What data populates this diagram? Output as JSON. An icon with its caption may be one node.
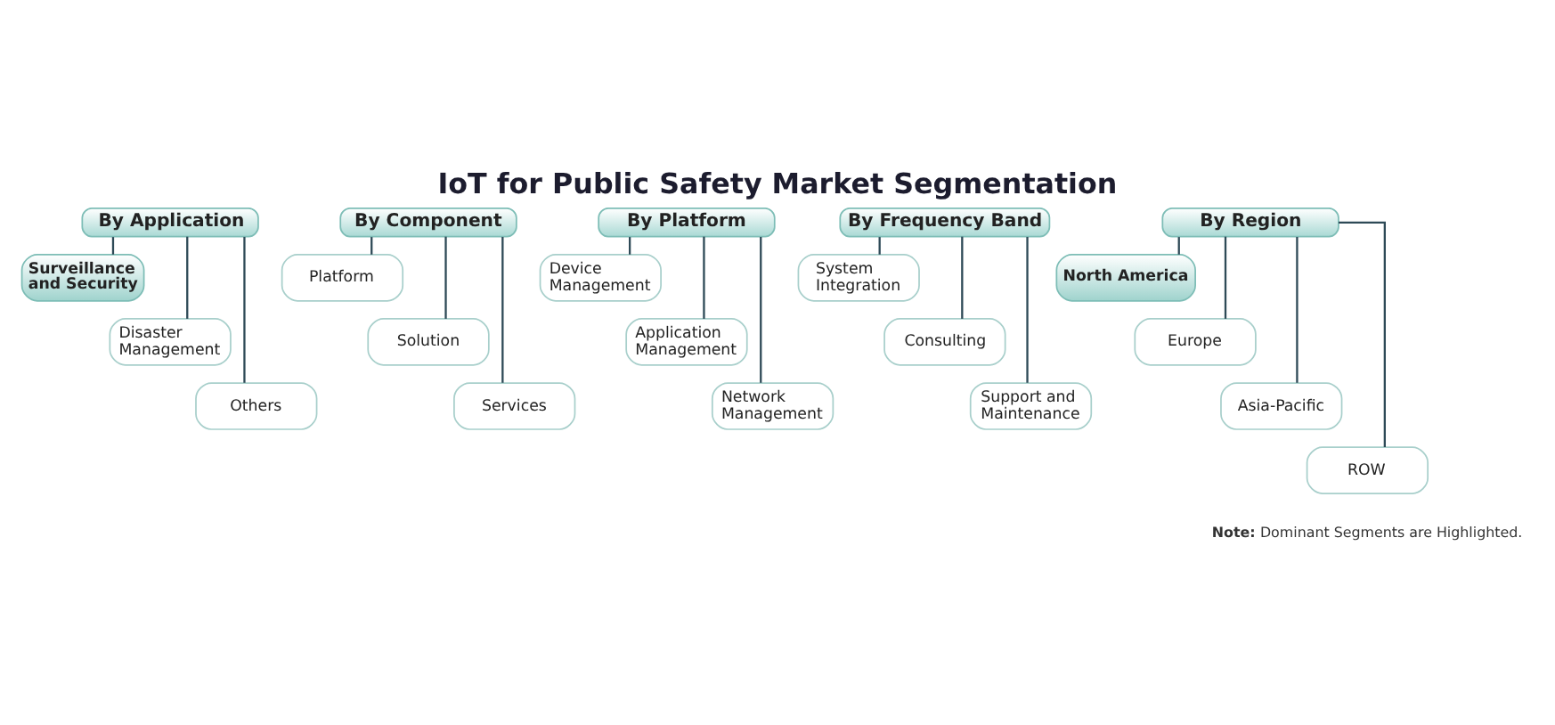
{
  "diagram": {
    "title": "IoT for Public Safety Market Segmentation",
    "nodes": [
      {
        "text": [
          "By Application"
        ]
      },
      {
        "text": [
          "Surveillance and Security"
        ]
      },
      {
        "text": [
          "Disaster Management"
        ]
      },
      {
        "text": [
          "Others"
        ]
      },
      {
        "text": [
          "By Component"
        ]
      },
      {
        "text": [
          "Platform"
        ]
      },
      {
        "text": [
          "Solution"
        ]
      },
      {
        "text": [
          "Services"
        ]
      },
      {
        "text": [
          "By Platform"
        ]
      },
      {
        "text": [
          "Device Management"
        ]
      },
      {
        "text": [
          "Application Management"
        ]
      },
      {
        "text": [
          "Network Management"
        ]
      },
      {
        "text": [
          "By Frequency Band"
        ]
      },
      {
        "text": [
          "System Integration"
        ]
      },
      {
        "text": [
          "Consulting"
        ]
      },
      {
        "text": [
          "Support and Maintenance"
        ]
      },
      {
        "text": [
          "By Region"
        ]
      },
      {
        "text": [
          "North America"
        ]
      },
      {
        "text": [
          "Europe"
        ]
      },
      {
        "text": [
          "Asia-Pacific"
        ]
      },
      {
        "text": [
          "ROW"
        ]
      }
    ],
    "edges": [
      {
        "from": 0,
        "to": 1,
        "arrow": "none"
      },
      {
        "from": 0,
        "to": 2,
        "arrow": "none"
      },
      {
        "from": 0,
        "to": 3,
        "arrow": "none"
      },
      {
        "from": 4,
        "to": 5,
        "arrow": "none"
      },
      {
        "from": 4,
        "to": 6,
        "arrow": "none"
      },
      {
        "from": 4,
        "to": 7,
        "arrow": "none"
      },
      {
        "from": 8,
        "to": 9,
        "arrow": "none"
      },
      {
        "from": 8,
        "to": 10,
        "arrow": "none"
      },
      {
        "from": 8,
        "to": 11,
        "arrow": "none"
      },
      {
        "from": 12,
        "to": 13,
        "arrow": "none"
      },
      {
        "from": 12,
        "to": 14,
        "arrow": "none"
      },
      {
        "from": 12,
        "to": 15,
        "arrow": "none"
      },
      {
        "from": 16,
        "to": 17,
        "arrow": "none"
      },
      {
        "from": 16,
        "to": 18,
        "arrow": "none"
      },
      {
        "from": 16,
        "to": 19,
        "arrow": "none"
      },
      {
        "from": 16,
        "to": 20,
        "arrow": "none"
      }
    ],
    "labels": [
      "**Note:** Dominant Segments are Highlighted."
    ]
  }
}
